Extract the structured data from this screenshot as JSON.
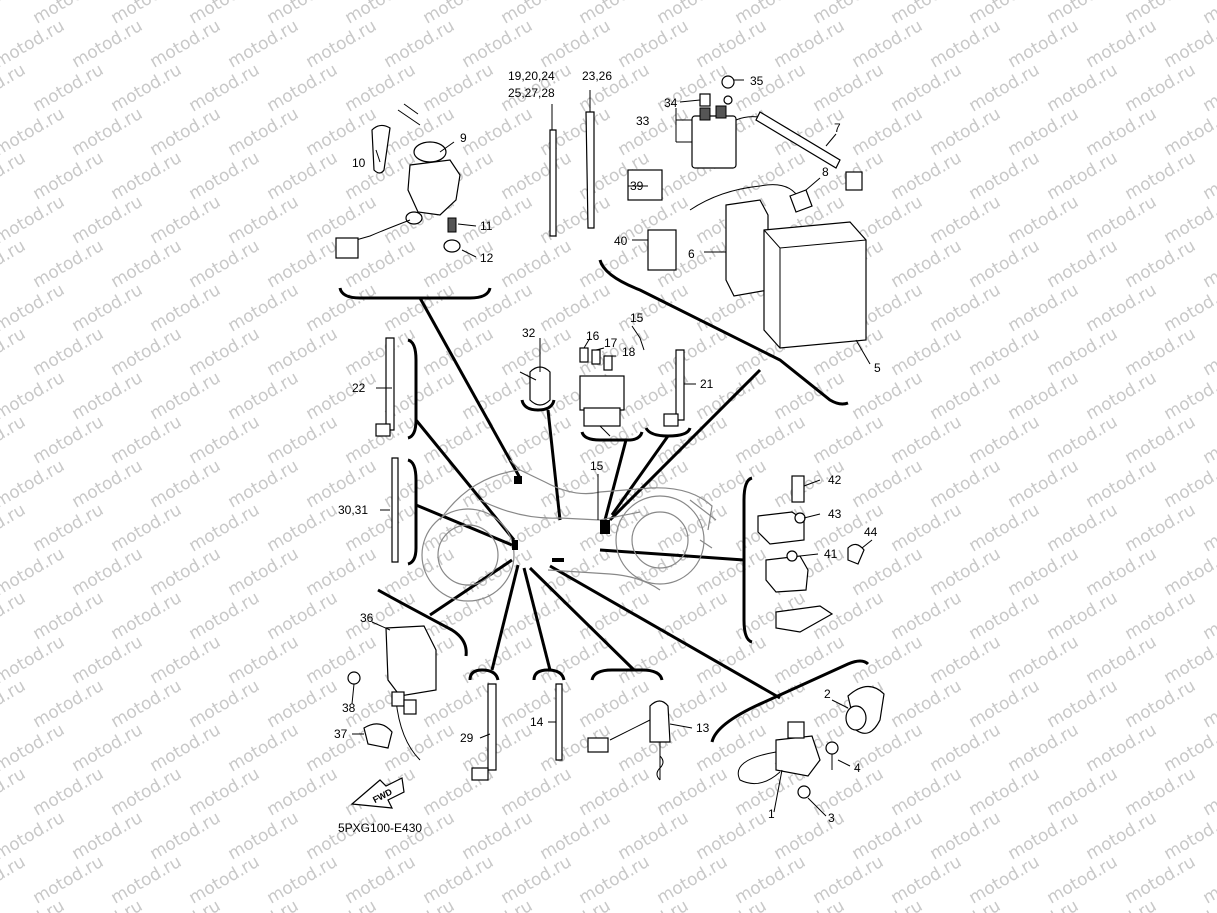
{
  "watermark": "motod.ru",
  "diagram_code": "5PXG100-E430",
  "fwd_text": "FWD",
  "callouts": {
    "c1": "1",
    "c2": "2",
    "c3": "3",
    "c4": "4",
    "c5": "5",
    "c6": "6",
    "c7": "7",
    "c8": "8",
    "c9": "9",
    "c10": "10",
    "c11": "11",
    "c12": "12",
    "c13": "13",
    "c14": "14",
    "c15a": "15",
    "c15b": "15",
    "c16": "16",
    "c17": "17",
    "c18": "18",
    "c19": "19,20,24",
    "c25": "25,27,28",
    "c21": "21",
    "c22": "22",
    "c23": "23,26",
    "c29": "29",
    "c30": "30,31",
    "c32": "32",
    "c33": "33",
    "c34": "34",
    "c35": "35",
    "c36": "36",
    "c37": "37",
    "c38": "38",
    "c39": "39",
    "c40": "40",
    "c41": "41",
    "c42": "42",
    "c43": "43",
    "c44": "44"
  }
}
